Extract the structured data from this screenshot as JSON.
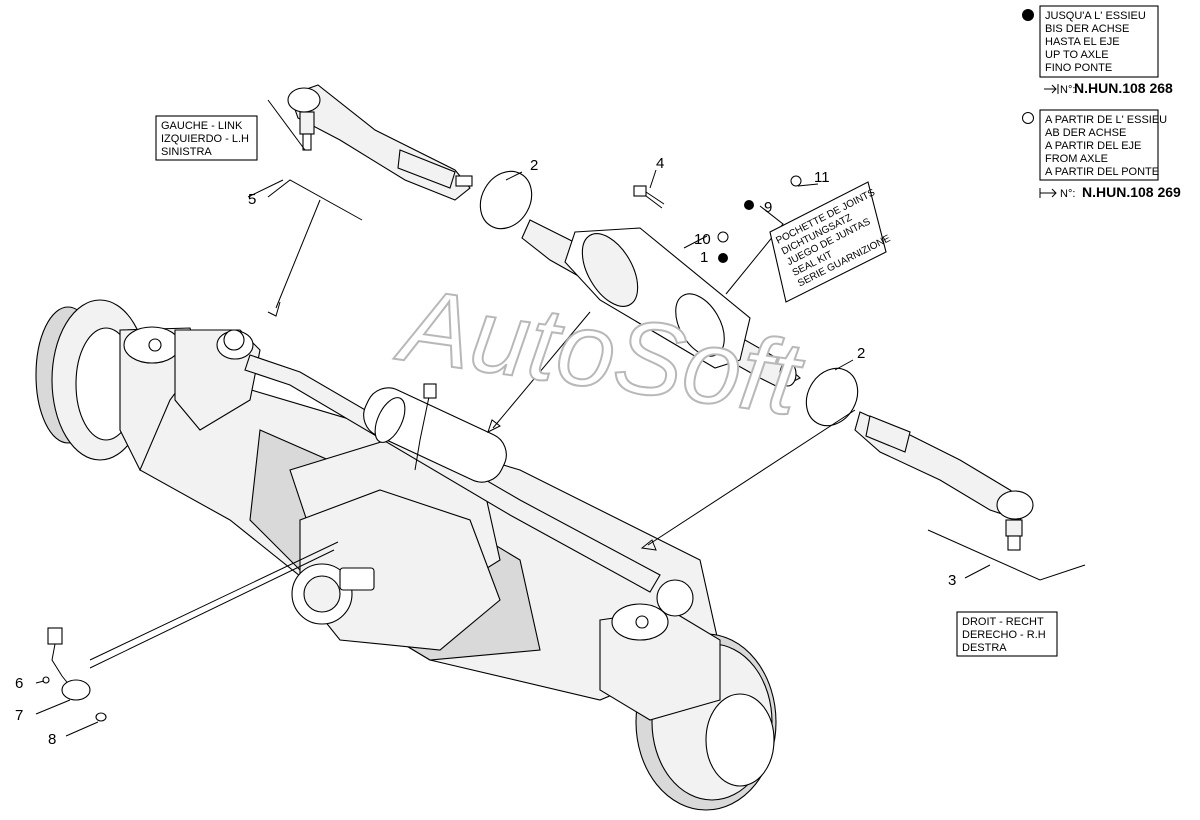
{
  "legend_before": {
    "lines": [
      "JUSQU'A L' ESSIEU",
      "BIS DER ACHSE",
      "HASTA EL EJE",
      "UP TO AXLE",
      "FINO PONTE"
    ],
    "no_prefix": "N°:",
    "number": "N.HUN.108 268"
  },
  "legend_after": {
    "lines": [
      "A PARTIR DE L' ESSIEU",
      "AB DER ACHSE",
      "A PARTIR DEL EJE",
      "FROM AXLE",
      "A PARTIR DEL PONTE"
    ],
    "no_prefix": "N°:",
    "number": "N.HUN.108 269"
  },
  "left_box": {
    "lines": [
      "GAUCHE - LINK",
      "IZQUIERDO - L.H",
      "SINISTRA"
    ]
  },
  "right_box": {
    "lines": [
      "DROIT - RECHT",
      "DERECHO - R.H",
      "DESTRA"
    ]
  },
  "seal_kit": {
    "lines": [
      "POCHETTE DE JOINTS",
      "DICHTUNGSATZ",
      "JUEGO DE JUNTAS",
      "SEAL KIT",
      "SERIE GUARNIZIONE"
    ]
  },
  "watermark": "AutoSoft",
  "callouts": {
    "c1": "1",
    "c2a": "2",
    "c2b": "2",
    "c3": "3",
    "c4": "4",
    "c5": "5",
    "c6": "6",
    "c7": "7",
    "c8": "8",
    "c9": "9",
    "c10": "10",
    "c11": "11"
  },
  "colors": {
    "line": "#000000",
    "watermark_stroke": "#b8b8b8",
    "part_fill": "#f2f2f2",
    "shade": "#d9d9d9"
  }
}
